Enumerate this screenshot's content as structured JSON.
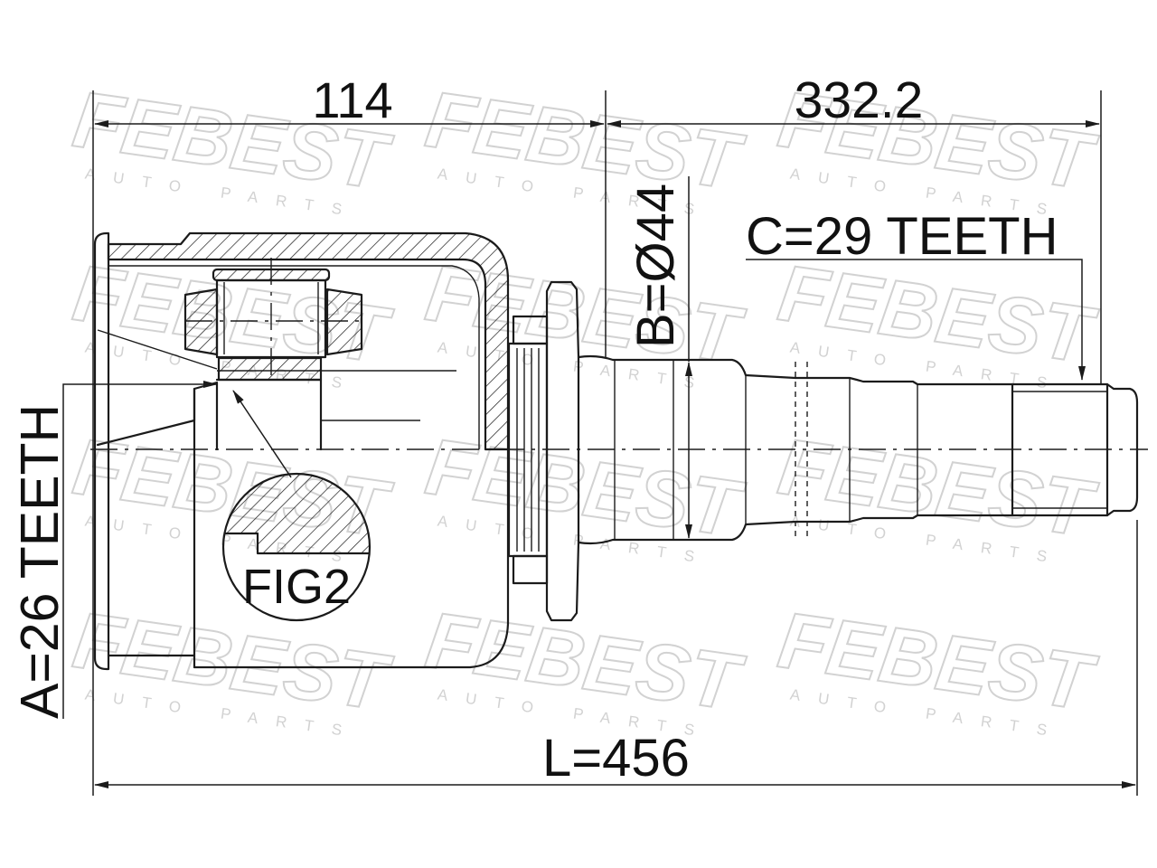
{
  "dimensions": {
    "housing_length": "114",
    "shaft_length": "332.2",
    "total_length": "L=456",
    "shaft_diameter": "B=Ø44",
    "outer_spline": "C=29 TEETH",
    "inner_spline": "A=26 TEETH"
  },
  "detail_label": "FIG2",
  "watermark": {
    "brand": "FEBEST",
    "tagline": "AUTO PARTS"
  },
  "colors": {
    "line": "#1b1b1b",
    "watermark": "#d2d2d2"
  }
}
